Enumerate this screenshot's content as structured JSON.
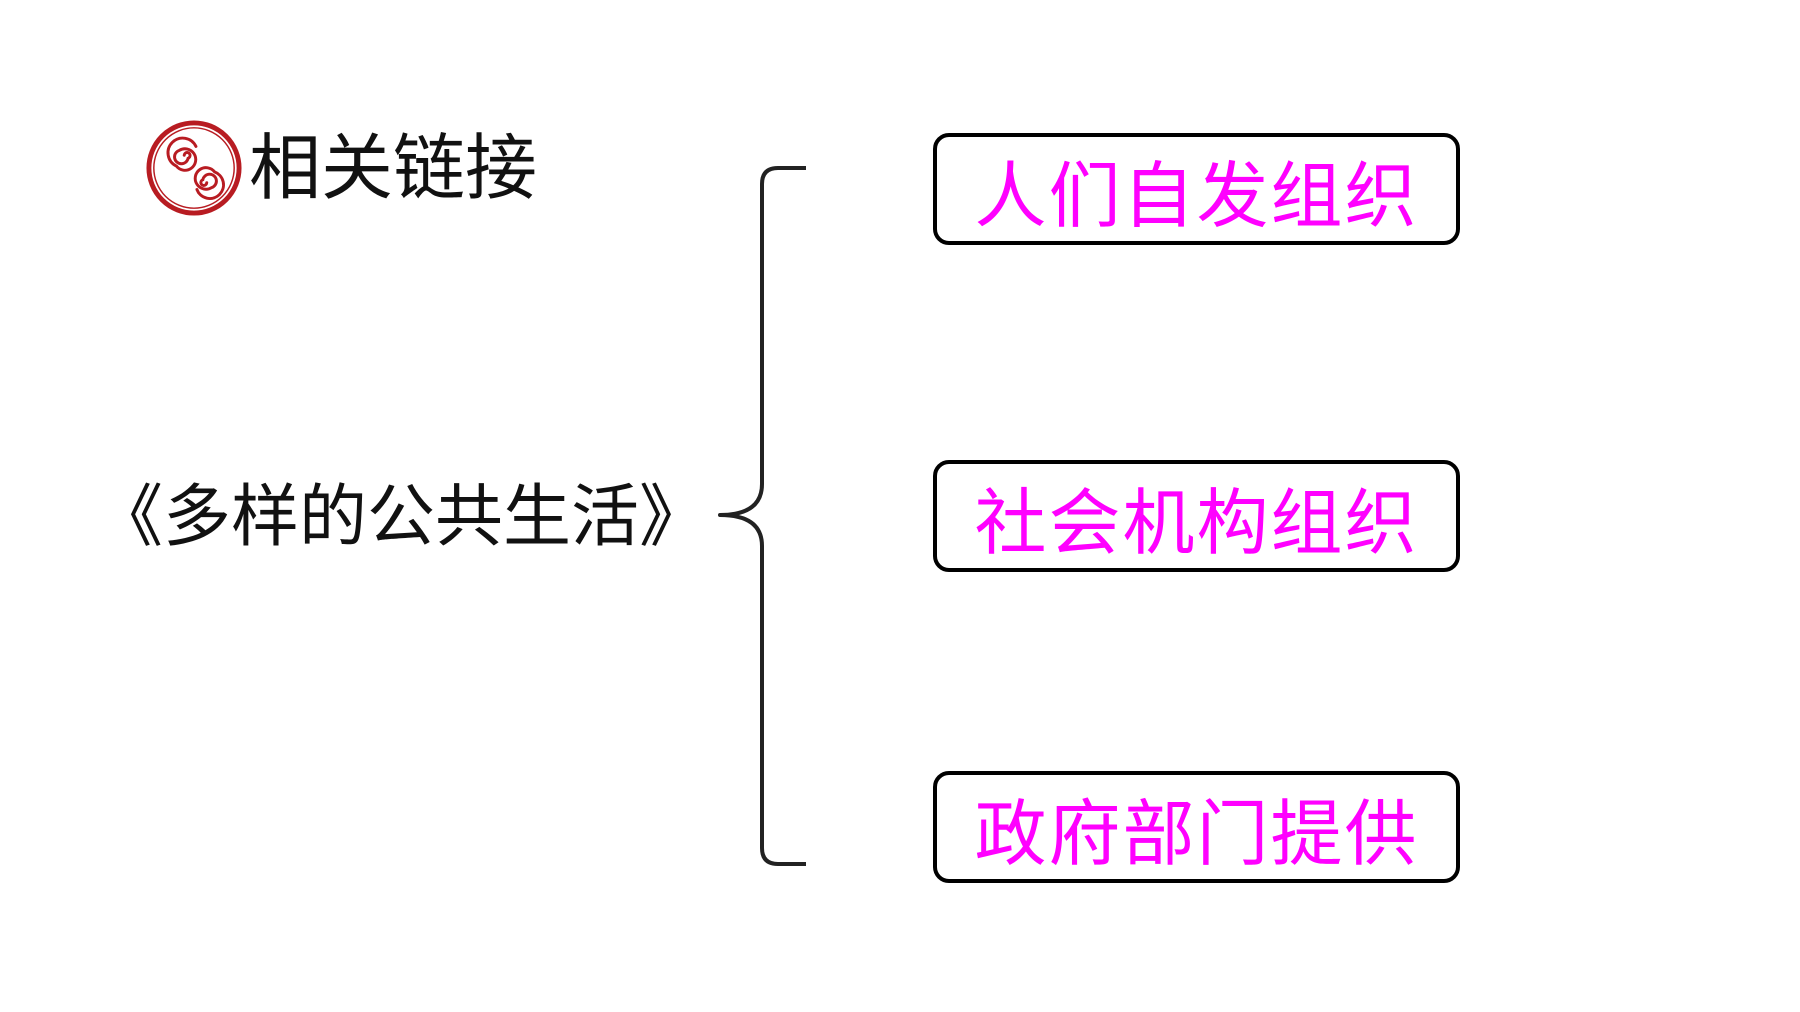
{
  "header": {
    "title": "相关链接",
    "logo_icon": "spiral-seal-icon",
    "logo_color": "#b81c22"
  },
  "diagram": {
    "topic": "《多样的公共生活》",
    "branches": [
      {
        "label": "人们自发组织"
      },
      {
        "label": "社会机构组织"
      },
      {
        "label": "政府部门提供"
      }
    ],
    "branch_text_color": "#ff00ff"
  }
}
